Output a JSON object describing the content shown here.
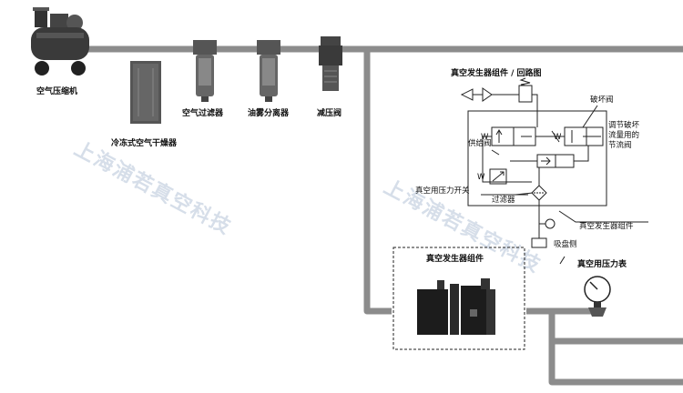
{
  "labels": {
    "compressor": "空气压缩机",
    "dryer": "冷冻式空气干燥器",
    "air_filter": "空气过滤器",
    "mist_separator": "油雾分离器",
    "regulator": "减压阀",
    "circuit_title": "真空发生器组件 / 回路图",
    "break_valve": "破坏阀",
    "throttle_line1": "调节破坏",
    "throttle_line2": "流量用的",
    "throttle_line3": "节流阀",
    "supply_valve": "供给阀",
    "vacuum_switch": "真空用压力开关",
    "filter": "过滤器",
    "ejector_unit_ref": "真空发生器组件",
    "suction_side": "吸盘侧",
    "ejector_unit_box": "真空发生器组件",
    "vacuum_gauge": "真空用压力表"
  },
  "watermark": {
    "text1": "上海浦若真空科技",
    "text2": "上海浦若真空科技"
  },
  "colors": {
    "pipe": "#8c8c8c",
    "dark": "#222222",
    "line": "#222222",
    "watermark": "#c9d4e2"
  }
}
